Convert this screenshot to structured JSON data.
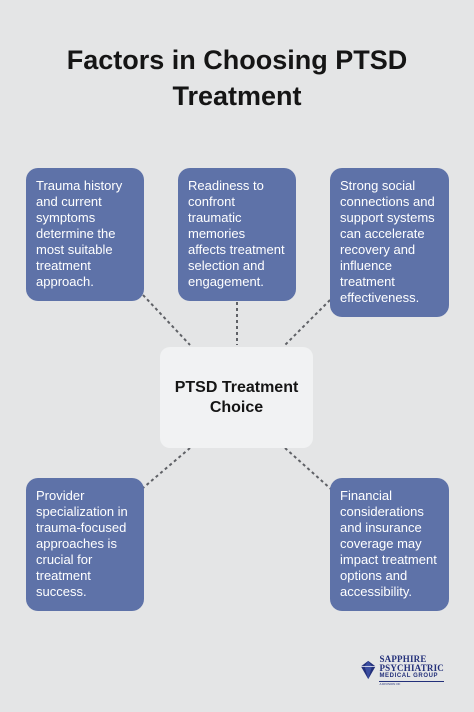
{
  "title_lines": [
    "Factors in Choosing PTSD",
    "Treatment"
  ],
  "center_label": "PTSD Treatment Choice",
  "factors": [
    {
      "id": "trauma-history",
      "text": "Trauma history and current symptoms determine the most suitable treatment approach."
    },
    {
      "id": "readiness",
      "text": "Readiness to confront traumatic memories affects treatment selection and engagement."
    },
    {
      "id": "social-support",
      "text": "Strong social connections and support systems can accelerate recovery and influence treatment effectiveness."
    },
    {
      "id": "provider-specialization",
      "text": "Provider specialization in trauma-focused approaches is crucial for treatment success."
    },
    {
      "id": "financial",
      "text": "Financial considerations and insurance coverage may impact treatment options and accessibility."
    }
  ],
  "logo": {
    "line1": "SAPPHIRE",
    "line2": "PSYCHIATRIC",
    "line3": "MEDICAL GROUP",
    "tagline": "A DIVISION OF"
  },
  "colors": {
    "background": "#e4e5e6",
    "card": "#5e72a8",
    "center": "#f1f2f3",
    "connector": "#5f6166",
    "logo": "#23307a"
  }
}
